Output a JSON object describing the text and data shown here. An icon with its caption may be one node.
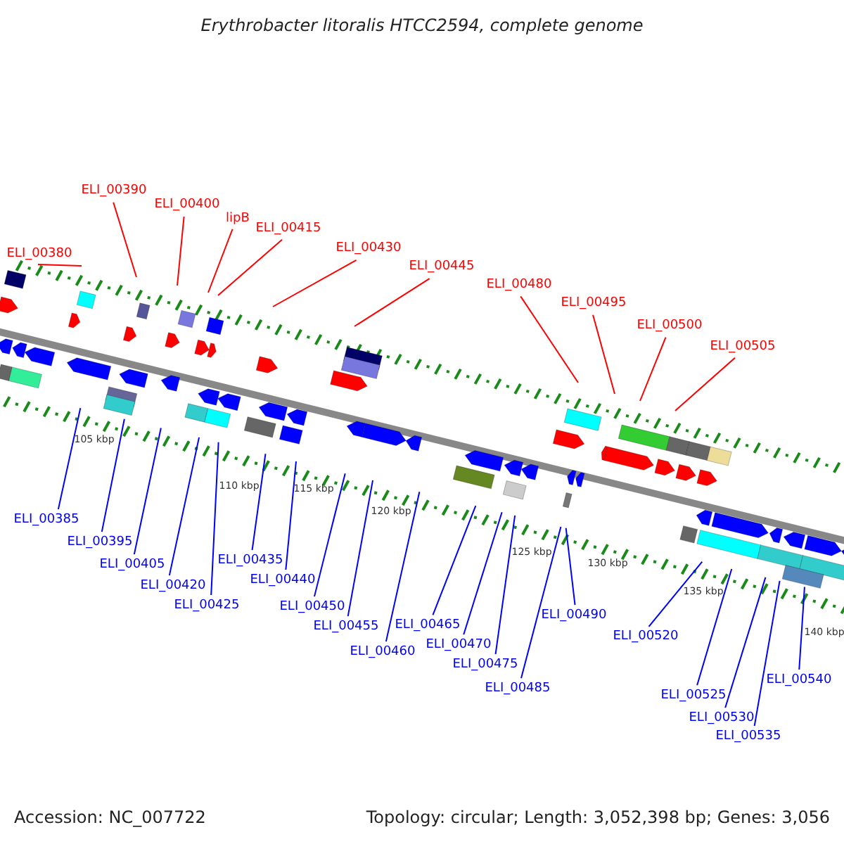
{
  "diagram": {
    "title": "Erythrobacter litoralis HTCC2594, complete genome",
    "nodes": [
      {
        "text": [
          "ELI_00380"
        ]
      },
      {
        "text": [
          "ELI_00390"
        ]
      },
      {
        "text": [
          "ELI_00400"
        ]
      },
      {
        "text": [
          "lipB"
        ]
      },
      {
        "text": [
          "ELI_00415"
        ]
      },
      {
        "text": [
          "ELI_00430"
        ]
      },
      {
        "text": [
          "ELI_00445"
        ]
      },
      {
        "text": [
          "ELI_00480"
        ]
      },
      {
        "text": [
          "ELI_00495"
        ]
      },
      {
        "text": [
          "ELI_00500"
        ]
      },
      {
        "text": [
          "ELI_00505"
        ]
      },
      {
        "text": [
          "ELI_00385"
        ]
      },
      {
        "text": [
          "ELI_00395"
        ]
      },
      {
        "text": [
          "ELI_00405"
        ]
      },
      {
        "text": [
          "ELI_00420"
        ]
      },
      {
        "text": [
          "ELI_00425"
        ]
      },
      {
        "text": [
          "ELI_00435"
        ]
      },
      {
        "text": [
          "ELI_00440"
        ]
      },
      {
        "text": [
          "ELI_00450"
        ]
      },
      {
        "text": [
          "ELI_00455"
        ]
      },
      {
        "text": [
          "ELI_00460"
        ]
      },
      {
        "text": [
          "ELI_00465"
        ]
      },
      {
        "text": [
          "ELI_00470"
        ]
      },
      {
        "text": [
          "ELI_00475"
        ]
      },
      {
        "text": [
          "ELI_00485"
        ]
      },
      {
        "text": [
          "ELI_00490"
        ]
      },
      {
        "text": [
          "ELI_00520"
        ]
      },
      {
        "text": [
          "ELI_00525"
        ]
      },
      {
        "text": [
          "ELI_00530"
        ]
      },
      {
        "text": [
          "ELI_00535"
        ]
      },
      {
        "text": [
          "ELI_00540"
        ]
      }
    ],
    "edges": [
      {
        "from": 0,
        "to": null,
        "arrow": "none",
        "color": "#ff0000"
      },
      {
        "from": 1,
        "to": null,
        "arrow": "none",
        "color": "#ff0000"
      },
      {
        "from": 2,
        "to": null,
        "arrow": "none",
        "color": "#ff0000"
      },
      {
        "from": 3,
        "to": null,
        "arrow": "none",
        "color": "#ff0000"
      },
      {
        "from": 4,
        "to": null,
        "arrow": "none",
        "color": "#ff0000"
      },
      {
        "from": 5,
        "to": null,
        "arrow": "none",
        "color": "#ff0000"
      },
      {
        "from": 6,
        "to": null,
        "arrow": "none",
        "color": "#ff0000"
      },
      {
        "from": 7,
        "to": null,
        "arrow": "none",
        "color": "#ff0000"
      },
      {
        "from": 8,
        "to": null,
        "arrow": "none",
        "color": "#ff0000"
      },
      {
        "from": 9,
        "to": null,
        "arrow": "none",
        "color": "#ff0000"
      },
      {
        "from": 10,
        "to": null,
        "arrow": "none",
        "color": "#ff0000"
      },
      {
        "from": 11,
        "to": null,
        "arrow": "none"
      },
      {
        "from": 12,
        "to": null,
        "arrow": "none"
      },
      {
        "from": 13,
        "to": null,
        "arrow": "none"
      },
      {
        "from": 14,
        "to": null,
        "arrow": "none"
      },
      {
        "from": 15,
        "to": null,
        "arrow": "none"
      },
      {
        "from": 16,
        "to": null,
        "arrow": "none"
      },
      {
        "from": 17,
        "to": null,
        "arrow": "none"
      },
      {
        "from": 18,
        "to": null,
        "arrow": "none"
      },
      {
        "from": 19,
        "to": null,
        "arrow": "none"
      },
      {
        "from": 20,
        "to": null,
        "arrow": "none"
      },
      {
        "from": 21,
        "to": null,
        "arrow": "none"
      },
      {
        "from": 22,
        "to": null,
        "arrow": "none"
      },
      {
        "from": 23,
        "to": null,
        "arrow": "none"
      },
      {
        "from": 24,
        "to": null,
        "arrow": "none"
      },
      {
        "from": 25,
        "to": null,
        "arrow": "none"
      },
      {
        "from": 26,
        "to": null,
        "arrow": "none"
      },
      {
        "from": 27,
        "to": null,
        "arrow": "none"
      },
      {
        "from": 28,
        "to": null,
        "arrow": "none"
      },
      {
        "from": 29,
        "to": null,
        "arrow": "none"
      },
      {
        "from": 30,
        "to": null,
        "arrow": "none"
      }
    ],
    "labels": [
      "105 kbp",
      "110 kbp",
      "115 kbp",
      "120 kbp",
      "125 kbp",
      "130 kbp",
      "135 kbp",
      "140 kbp",
      "Accession: NC_007722",
      "Topology: circular; Length: 3,052,398 bp; Genes: 3,056"
    ]
  }
}
